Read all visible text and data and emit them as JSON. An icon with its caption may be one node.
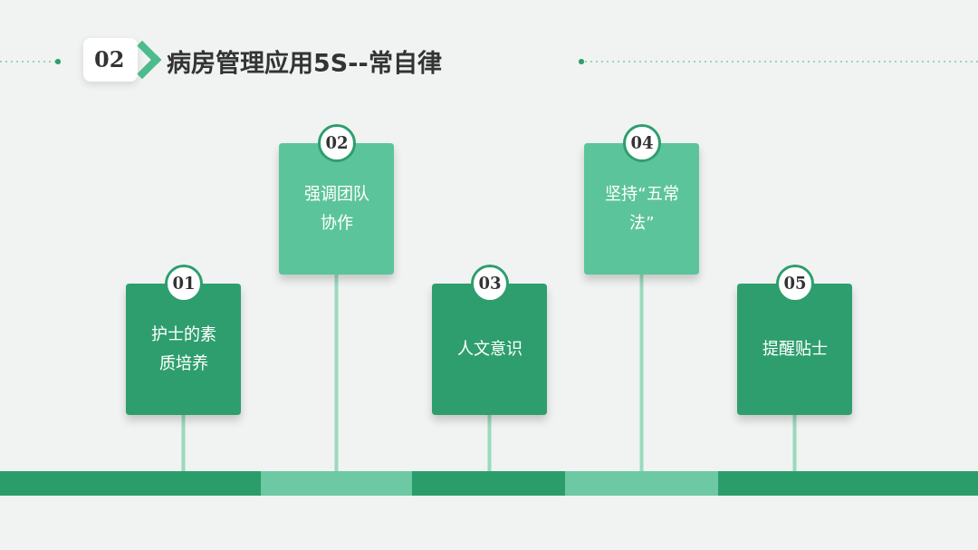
{
  "diagram": {
    "title": "病房管理应用5S--常自律",
    "nodes": [
      {
        "text": [
          "01"
        ]
      },
      {
        "text": [
          "护士的素质培养"
        ]
      },
      {
        "text": [
          "02"
        ]
      },
      {
        "text": [
          "强调团队协作"
        ]
      },
      {
        "text": [
          "03"
        ]
      },
      {
        "text": [
          "人文意识"
        ]
      },
      {
        "text": [
          "04"
        ]
      },
      {
        "text": [
          "坚持“五常法”"
        ]
      },
      {
        "text": [
          "05"
        ]
      },
      {
        "text": [
          "提醒贴士"
        ]
      }
    ],
    "labels": [
      "02"
    ]
  }
}
